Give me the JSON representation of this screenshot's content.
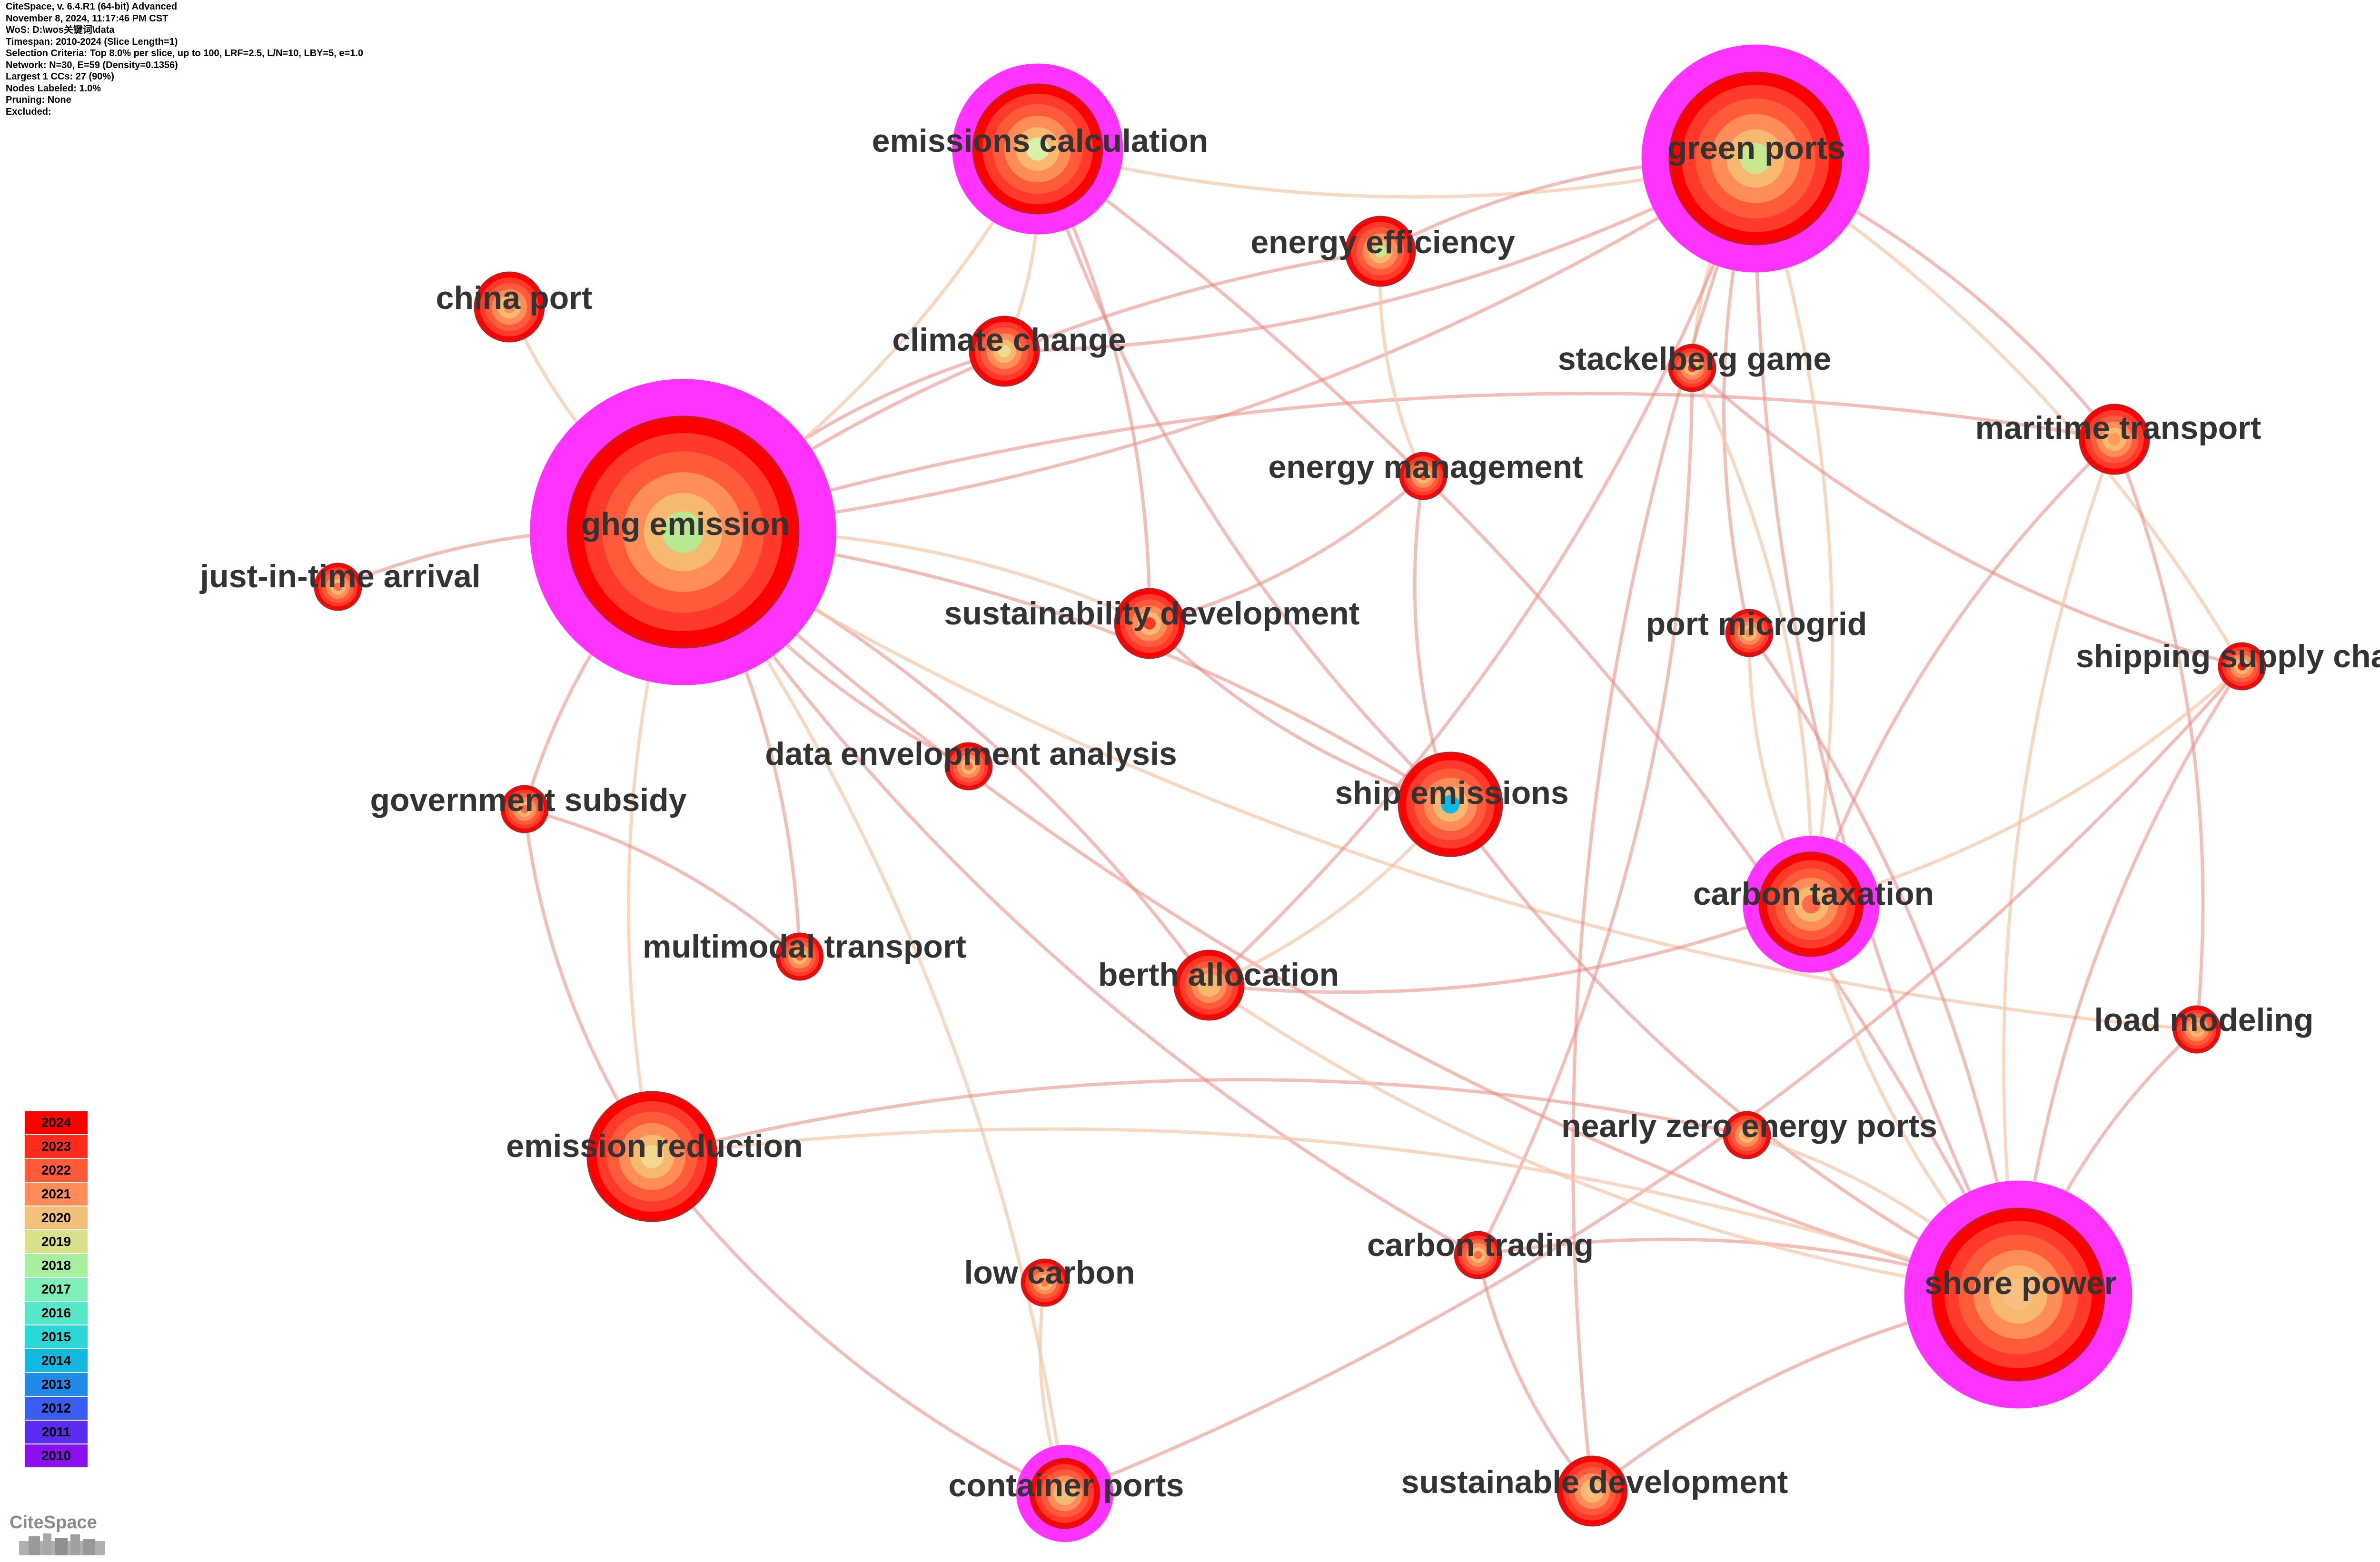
{
  "info": [
    "CiteSpace, v. 6.4.R1 (64-bit) Advanced",
    "November 8, 2024, 11:17:46 PM CST",
    "WoS: D:\\wos关键词\\data",
    "Timespan: 2010-2024 (Slice Length=1)",
    "Selection Criteria: Top 8.0% per slice, up to 100, LRF=2.5, L/N=10, LBY=5, e=1.0",
    "Network: N=30, E=59 (Density=0.1356)",
    "Largest 1 CCs: 27 (90%)",
    "Nodes Labeled: 1.0%",
    "Pruning: None",
    "Excluded:"
  ],
  "legend": [
    {
      "year": "2024",
      "color": "#ff0000"
    },
    {
      "year": "2023",
      "color": "#ff2b1c"
    },
    {
      "year": "2022",
      "color": "#ff5a3a"
    },
    {
      "year": "2021",
      "color": "#ff8c5a"
    },
    {
      "year": "2020",
      "color": "#f2c07a"
    },
    {
      "year": "2019",
      "color": "#d8e08a"
    },
    {
      "year": "2018",
      "color": "#a8f0a0"
    },
    {
      "year": "2017",
      "color": "#7ff0b8"
    },
    {
      "year": "2016",
      "color": "#55e8c8"
    },
    {
      "year": "2015",
      "color": "#2ad8d8"
    },
    {
      "year": "2014",
      "color": "#12b8e0"
    },
    {
      "year": "2013",
      "color": "#1f8ae8"
    },
    {
      "year": "2012",
      "color": "#3a5cf0"
    },
    {
      "year": "2011",
      "color": "#5a2cf0"
    },
    {
      "year": "2010",
      "color": "#8a10f0"
    }
  ],
  "logo": "CiteSpace",
  "colors": {
    "centrality_ring": "#ff33ff",
    "label": "#333333",
    "edge": "#e88880"
  },
  "nodes": [
    {
      "id": "ghg",
      "label": "ghg emission",
      "size": 5,
      "ring": true,
      "core": "#b8e890"
    },
    {
      "id": "green_ports",
      "label": "green ports",
      "size": 4,
      "ring": true,
      "core": "#c8e890"
    },
    {
      "id": "emissions_calc",
      "label": "emissions calculation",
      "size": 3,
      "ring": true,
      "core": "#d8f0a8"
    },
    {
      "id": "shore_power",
      "label": "shore power",
      "size": 4,
      "ring": true,
      "core": "#f7c080"
    },
    {
      "id": "carbon_tax",
      "label": "carbon taxation",
      "size": 2,
      "ring": true,
      "core": "#ff6a4a"
    },
    {
      "id": "container_ports",
      "label": "container ports",
      "size": 1,
      "ring": true,
      "core": "#f2c07a"
    },
    {
      "id": "china_port",
      "label": "china port",
      "size": 1,
      "ring": false,
      "core": "#ff8c5a"
    },
    {
      "id": "energy_eff",
      "label": "energy efficiency",
      "size": 1,
      "ring": false,
      "core": "#c8e890"
    },
    {
      "id": "climate",
      "label": "climate change",
      "size": 1,
      "ring": false,
      "core": "#f2d890"
    },
    {
      "id": "stackelberg",
      "label": "stackelberg game",
      "size": 0,
      "ring": false,
      "core": "#ff2020"
    },
    {
      "id": "maritime",
      "label": "maritime transport",
      "size": 1,
      "ring": false,
      "core": "#ff9a5a"
    },
    {
      "id": "energy_mgmt",
      "label": "energy management",
      "size": 0,
      "ring": false,
      "core": "#ff5a3a"
    },
    {
      "id": "jit",
      "label": "just-in-time arrival",
      "size": 0,
      "ring": false,
      "core": "#ff6a4a"
    },
    {
      "id": "sustainability",
      "label": "sustainability development",
      "size": 1,
      "ring": false,
      "core": "#ff3a2a"
    },
    {
      "id": "port_microgrid",
      "label": "port microgrid",
      "size": 0,
      "ring": false,
      "core": "#ff8c5a"
    },
    {
      "id": "shipping_sc",
      "label": "shipping supply chain",
      "size": 0,
      "ring": false,
      "core": "#ff1010"
    },
    {
      "id": "dea",
      "label": "data envelopment analysis",
      "size": 0,
      "ring": false,
      "core": "#ff6a4a"
    },
    {
      "id": "ship_emissions",
      "label": "ship emissions",
      "size": 2,
      "ring": false,
      "core": "#12b8e0"
    },
    {
      "id": "gov_subsidy",
      "label": "government subsidy",
      "size": 0,
      "ring": false,
      "core": "#ff6a4a"
    },
    {
      "id": "multimodal",
      "label": "multimodal transport",
      "size": 0,
      "ring": false,
      "core": "#ff5a3a"
    },
    {
      "id": "berth",
      "label": "berth allocation",
      "size": 1,
      "ring": false,
      "core": "#f7b870"
    },
    {
      "id": "load_model",
      "label": "load modeling",
      "size": 0,
      "ring": false,
      "core": "#ff9a5a"
    },
    {
      "id": "nzep",
      "label": "nearly zero energy ports",
      "size": 0,
      "ring": false,
      "core": "#ff9a5a"
    },
    {
      "id": "emission_red",
      "label": "emission reduction",
      "size": 3,
      "ring": false,
      "core": "#f2d890"
    },
    {
      "id": "carbon_trading",
      "label": "carbon trading",
      "size": 0,
      "ring": false,
      "core": "#ff6a4a"
    },
    {
      "id": "low_carbon",
      "label": "low carbon",
      "size": 0,
      "ring": false,
      "core": "#ff7a4a"
    },
    {
      "id": "sustainable_dev",
      "label": "sustainable development",
      "size": 1,
      "ring": false,
      "core": "#f7c080"
    }
  ],
  "edges": [
    [
      "ghg",
      "china_port"
    ],
    [
      "ghg",
      "jit"
    ],
    [
      "ghg",
      "climate"
    ],
    [
      "ghg",
      "emissions_calc"
    ],
    [
      "ghg",
      "energy_eff"
    ],
    [
      "ghg",
      "green_ports"
    ],
    [
      "ghg",
      "sustainability"
    ],
    [
      "ghg",
      "gov_subsidy"
    ],
    [
      "ghg",
      "multimodal"
    ],
    [
      "ghg",
      "emission_red"
    ],
    [
      "ghg",
      "berth"
    ],
    [
      "ghg",
      "dea"
    ],
    [
      "ghg",
      "container_ports"
    ],
    [
      "ghg",
      "carbon_trading"
    ],
    [
      "ghg",
      "ship_emissions"
    ],
    [
      "ghg",
      "load_model"
    ],
    [
      "ghg",
      "maritime"
    ],
    [
      "ghg",
      "shore_power"
    ],
    [
      "emissions_calc",
      "climate"
    ],
    [
      "emissions_calc",
      "ship_emissions"
    ],
    [
      "emissions_calc",
      "sustainability"
    ],
    [
      "emissions_calc",
      "green_ports"
    ],
    [
      "emissions_calc",
      "shore_power"
    ],
    [
      "green_ports",
      "energy_eff"
    ],
    [
      "green_ports",
      "carbon_tax"
    ],
    [
      "green_ports",
      "shore_power"
    ],
    [
      "green_ports",
      "maritime"
    ],
    [
      "green_ports",
      "stackelberg"
    ],
    [
      "green_ports",
      "climate"
    ],
    [
      "green_ports",
      "sustainable_dev"
    ],
    [
      "green_ports",
      "shipping_sc"
    ],
    [
      "green_ports",
      "port_microgrid"
    ],
    [
      "green_ports",
      "berth"
    ],
    [
      "energy_eff",
      "energy_mgmt"
    ],
    [
      "energy_mgmt",
      "sustainability"
    ],
    [
      "energy_mgmt",
      "ship_emissions"
    ],
    [
      "stackelberg",
      "carbon_tax"
    ],
    [
      "stackelberg",
      "shipping_sc"
    ],
    [
      "stackelberg",
      "carbon_trading"
    ],
    [
      "maritime",
      "shore_power"
    ],
    [
      "maritime",
      "load_model"
    ],
    [
      "maritime",
      "carbon_tax"
    ],
    [
      "shipping_sc",
      "carbon_tax"
    ],
    [
      "shipping_sc",
      "shore_power"
    ],
    [
      "shipping_sc",
      "container_ports"
    ],
    [
      "port_microgrid",
      "carbon_tax"
    ],
    [
      "port_microgrid",
      "shore_power"
    ],
    [
      "sustainability",
      "ship_emissions"
    ],
    [
      "ship_emissions",
      "berth"
    ],
    [
      "ship_emissions",
      "shore_power"
    ],
    [
      "carbon_tax",
      "berth"
    ],
    [
      "carbon_tax",
      "shore_power"
    ],
    [
      "gov_subsidy",
      "multimodal"
    ],
    [
      "gov_subsidy",
      "emission_red"
    ],
    [
      "emission_red",
      "shore_power"
    ],
    [
      "emission_red",
      "container_ports"
    ],
    [
      "emission_red",
      "nzep"
    ],
    [
      "low_carbon",
      "container_ports"
    ],
    [
      "carbon_trading",
      "shore_power"
    ],
    [
      "carbon_trading",
      "sustainable_dev"
    ],
    [
      "nzep",
      "shore_power"
    ],
    [
      "load_model",
      "shore_power"
    ],
    [
      "sustainable_dev",
      "shore_power"
    ],
    [
      "berth",
      "shore_power"
    ]
  ]
}
